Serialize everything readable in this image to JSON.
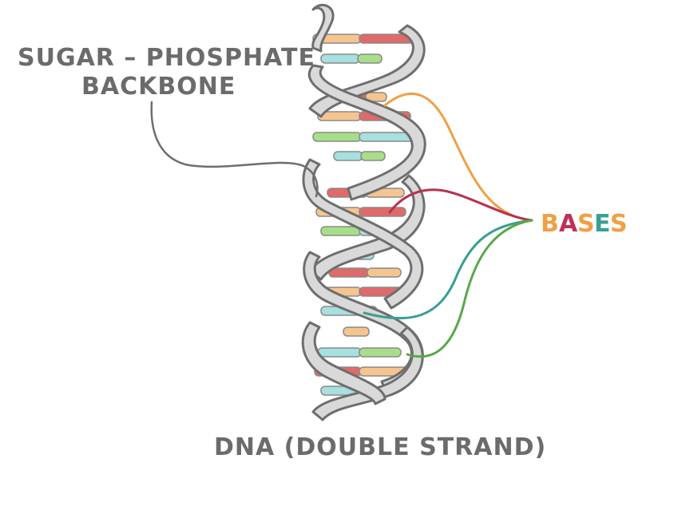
{
  "labels": {
    "backbone_line1": "SUGAR – PHOSPHATE",
    "backbone_line2": "BACKBONE",
    "bases_letters": [
      "B",
      "A",
      "S",
      "E",
      "S"
    ],
    "caption": "DNA (DOUBLE STRAND)"
  },
  "colors": {
    "backbone_fill": "#d9d9d9",
    "backbone_stroke": "#6e6e6e",
    "label_gray": "#6b6b6b",
    "base_red": "#e06a6a",
    "base_peach": "#f6c58f",
    "base_cyan": "#a6e0df",
    "base_green": "#a8de8a",
    "bases_letter_colors": [
      "#f0a045",
      "#c0305a",
      "#f0a045",
      "#3a9e94",
      "#f0a045"
    ],
    "leader_orange": "#f0a045",
    "leader_crimson": "#b8304f",
    "leader_teal": "#3a9e94",
    "leader_green": "#58a848"
  }
}
